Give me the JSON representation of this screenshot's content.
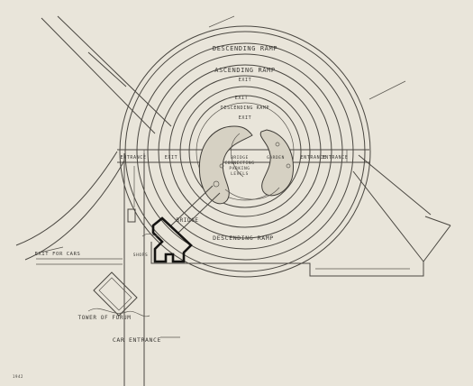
{
  "labels": {
    "descending_ramp_top": "DESCENDING RAMP",
    "ascending_ramp": "ASCENDING RAMP",
    "exit_top": "EXIT",
    "exit_inner": "EXIT",
    "descending_ramp_inner": "DESCENDING RAMP",
    "exit_mid": "EXIT",
    "descending_ramp_bottom": "DESCENDING RAMP",
    "entrance_left": "ENTRANCE",
    "exit_left_inner": "EXIT",
    "entrance_right_inner": "ENTRANCE",
    "entrance_right_outer": "ENTRANCE",
    "center_note_1": "BRIDGE",
    "center_note_2": "CONNECTING",
    "center_note_3": "PARKING",
    "center_note_4": "LEVELS",
    "garden_right": "GARDEN",
    "bridge_label": "BRIDGE",
    "shops": "SHOPS",
    "exit_for_cars": "EXIT FOR CARS",
    "tower_label": "TOWER OF FORUM",
    "car_entrance": "CAR ENTRANCE",
    "corner_note": "1942"
  },
  "colors": {
    "paper": "#e9e5da",
    "ink": "#4a4741",
    "bold_ink": "#151412",
    "garden_fill": "#d6d1c3"
  }
}
